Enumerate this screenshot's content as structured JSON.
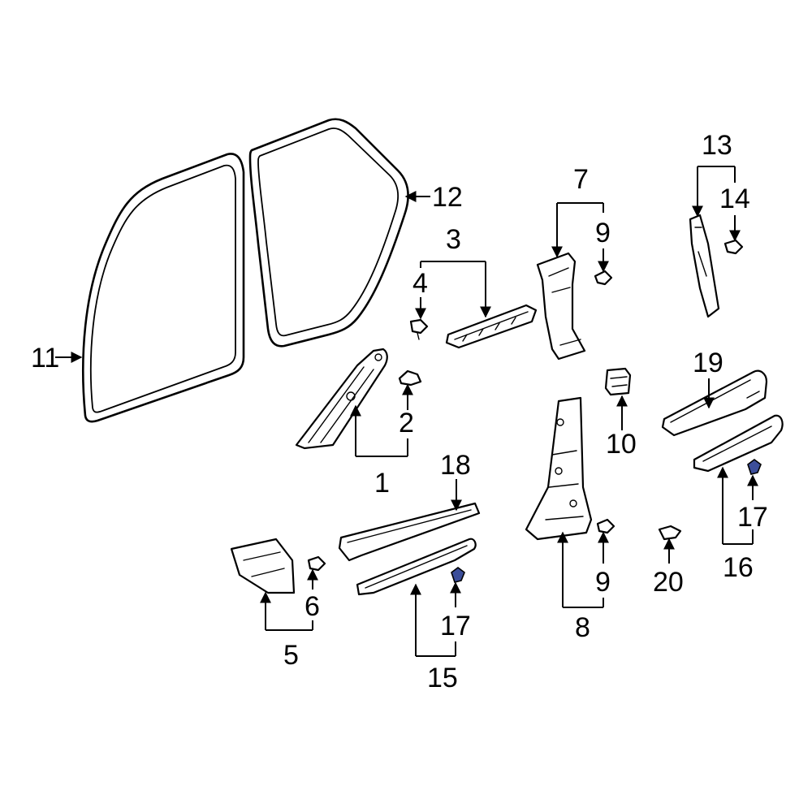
{
  "diagram": {
    "colors": {
      "line": "#000000",
      "background": "#ffffff",
      "highlight_fastener": "#3c4e9a"
    },
    "callouts": {
      "c1": "1",
      "c2": "2",
      "c3": "3",
      "c4": "4",
      "c5": "5",
      "c6": "6",
      "c7": "7",
      "c8": "8",
      "c9a": "9",
      "c9b": "9",
      "c10": "10",
      "c11": "11",
      "c12": "12",
      "c13": "13",
      "c14": "14",
      "c15": "15",
      "c16": "16",
      "c17a": "17",
      "c17b": "17",
      "c18": "18",
      "c19": "19",
      "c20": "20"
    }
  }
}
